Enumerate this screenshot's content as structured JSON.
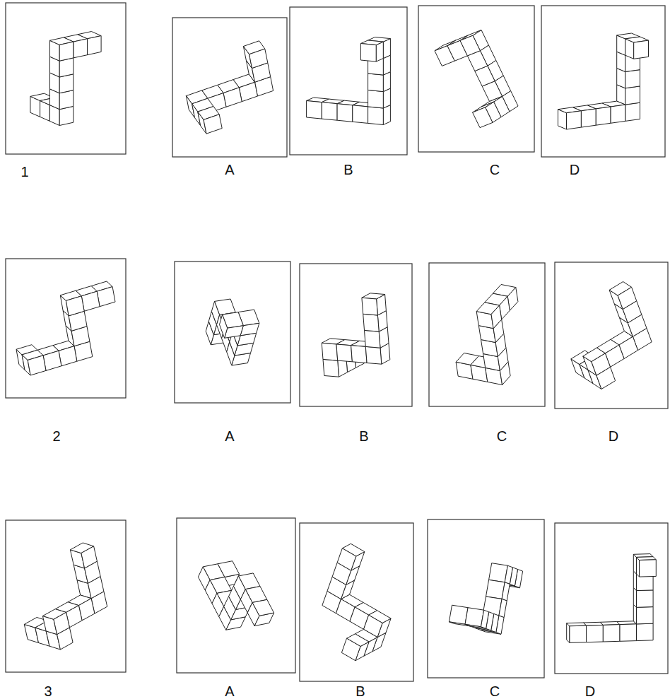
{
  "diagram": {
    "labels": [
      "1",
      "A",
      "B",
      "C",
      "D",
      "2",
      "A",
      "B",
      "C",
      "D",
      "3",
      "A",
      "B",
      "C",
      "D"
    ]
  }
}
